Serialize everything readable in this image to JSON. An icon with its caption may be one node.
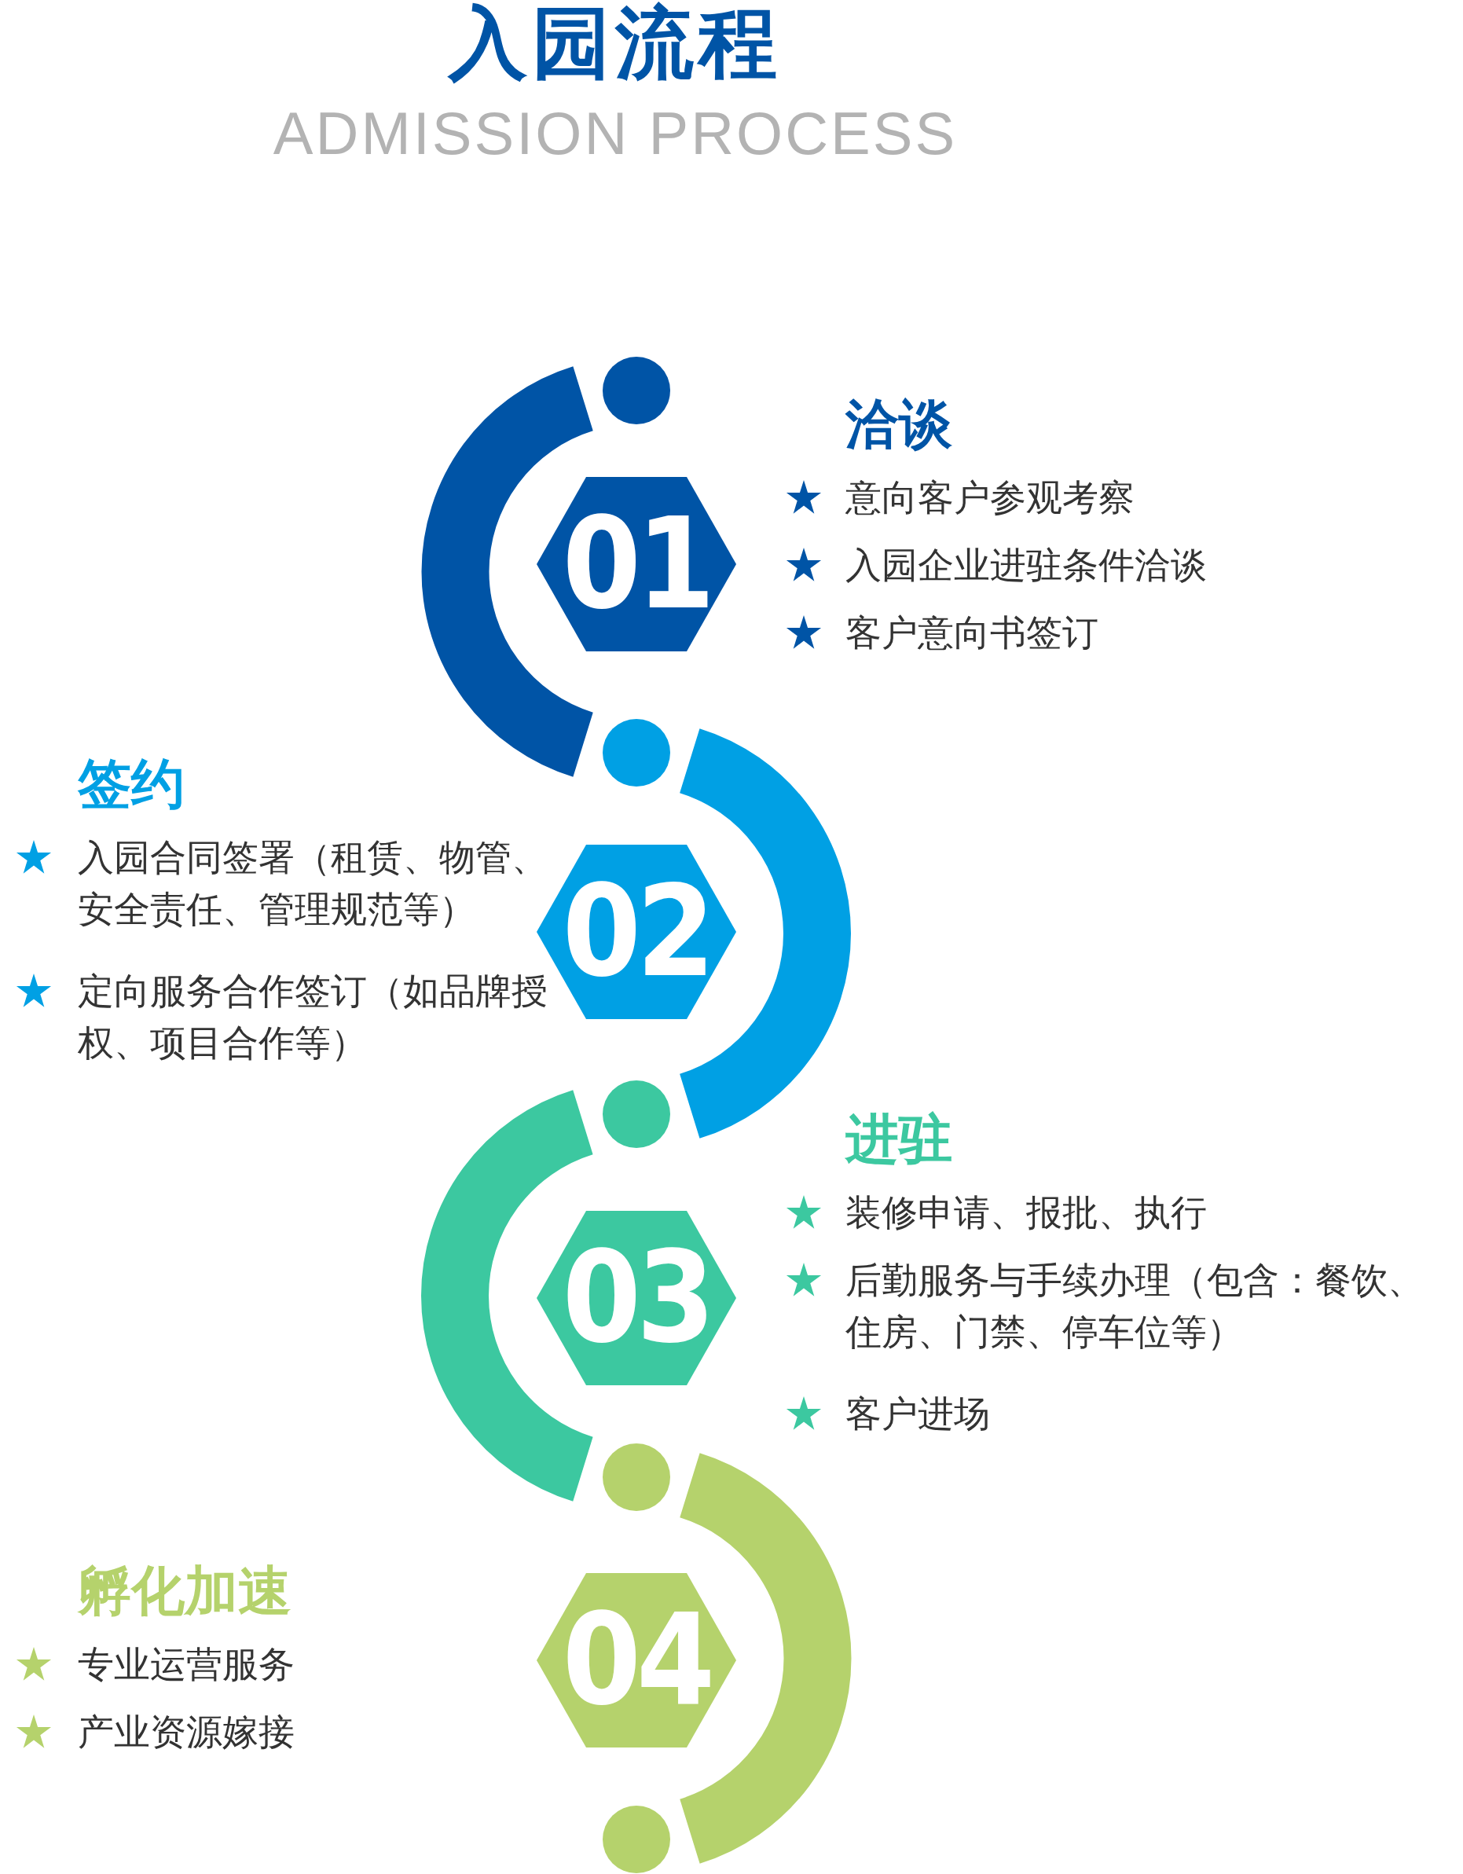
{
  "diagram": {
    "title": "入园流程",
    "labels": [
      "ADMISSION PROCESS"
    ],
    "nodes": [
      {
        "text": [],
        "shape": "circle"
      },
      {
        "text": [
          "01"
        ],
        "beside": [
          "洽谈",
          "意向客户参观考察",
          "入园企业进驻条件洽谈",
          "客户意向书签订"
        ]
      },
      {
        "text": [],
        "shape": "circle"
      },
      {
        "text": [
          "02"
        ],
        "beside": [
          "签约",
          "入园合同签署（租赁、物管、安全责任、管理规范等）",
          "定向服务合作签订（如品牌授权、项目合作等）"
        ]
      },
      {
        "text": [],
        "shape": "circle"
      },
      {
        "text": [
          "03"
        ],
        "beside": [
          "进驻",
          "装修申请、报批、执行",
          "后勤服务与手续办理（包含：餐饮、住房、门禁、停车位等）",
          "客户进场"
        ]
      },
      {
        "text": [],
        "shape": "circle"
      },
      {
        "text": [
          "04"
        ],
        "beside": [
          "孵化加速",
          "专业运营服务",
          "产业资源嫁接"
        ]
      },
      {
        "text": [],
        "shape": "circle"
      }
    ],
    "edges": [
      {
        "from": 0,
        "to": 2,
        "arrow": "none",
        "color": "#0054a6"
      },
      {
        "from": 2,
        "to": 4,
        "arrow": "none",
        "color": "#00a0e4"
      },
      {
        "from": 4,
        "to": 6,
        "arrow": "none",
        "color": "#3cc8a0"
      },
      {
        "from": 6,
        "to": 8,
        "arrow": "none",
        "color": "#b5d26c"
      }
    ]
  }
}
